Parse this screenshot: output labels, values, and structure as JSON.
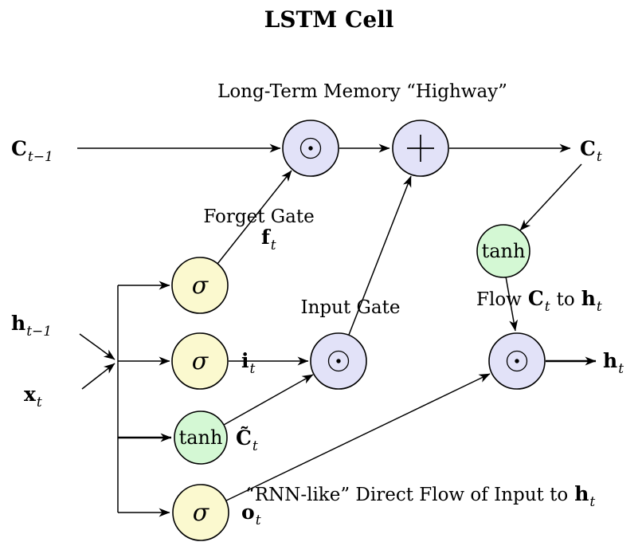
{
  "title": "LSTM Cell",
  "colors": {
    "node_purple": "#e2e2f8",
    "node_yellow": "#fbf9cf",
    "node_green": "#d4f8d4",
    "line": "#000000"
  },
  "headings": {
    "highway": "Long-Term Memory “Highway”"
  },
  "gate_labels": {
    "forget": "Forget Gate",
    "input": "Input Gate"
  },
  "flow_label": {
    "word1": "Flow",
    "c_main": "C",
    "c_sub": "t",
    "word2": "to",
    "h_main": "h",
    "h_sub": "t"
  },
  "rnn_label": {
    "text": "“RNN-like” Direct Flow of Input to",
    "h_main": "h",
    "h_sub": "t"
  },
  "variables": {
    "c_prev": {
      "main": "C",
      "sub": "t−1"
    },
    "c_t": {
      "main": "C",
      "sub": "t"
    },
    "h_prev": {
      "main": "h",
      "sub": "t−1"
    },
    "x_t": {
      "main": "x",
      "sub": "t"
    },
    "h_t": {
      "main": "h",
      "sub": "t"
    },
    "f_t": {
      "main": "f",
      "sub": "t"
    },
    "i_t": {
      "main": "i",
      "sub": "t"
    },
    "c_tilde": {
      "main": "C̃",
      "sub": "t"
    },
    "o_t": {
      "main": "o",
      "sub": "t"
    }
  },
  "nodes": {
    "mul_forget": {
      "symbol": "⊙"
    },
    "add": {
      "symbol": "+"
    },
    "mul_input": {
      "symbol": "⊙"
    },
    "mul_output": {
      "symbol": "⊙"
    },
    "sigma_forget": {
      "symbol": "σ"
    },
    "sigma_input": {
      "symbol": "σ"
    },
    "tanh_candidate": {
      "symbol": "tanh"
    },
    "sigma_output": {
      "symbol": "σ"
    },
    "tanh_output": {
      "symbol": "tanh"
    }
  }
}
